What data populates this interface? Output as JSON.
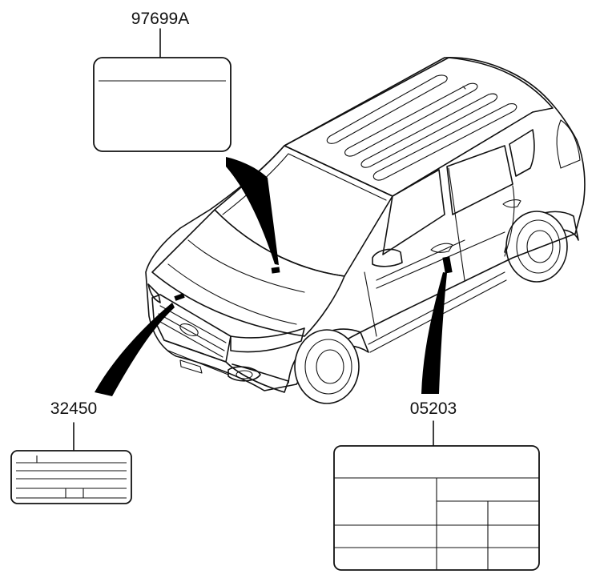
{
  "parts": {
    "hood_label": {
      "number": "97699A"
    },
    "emission_label": {
      "number": "32450"
    },
    "tire_label": {
      "number": "05203"
    }
  }
}
